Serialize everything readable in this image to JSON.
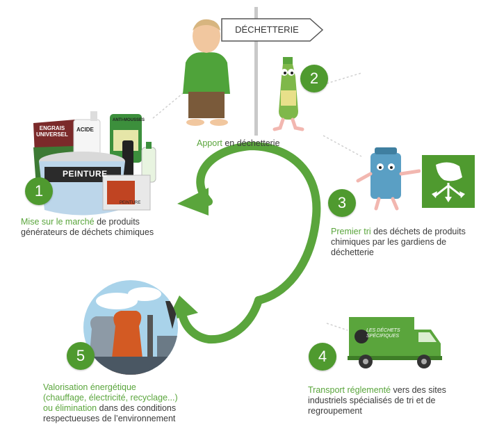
{
  "signpost": {
    "label": "DÉCHETTERIE"
  },
  "steps": [
    {
      "number": "1",
      "highlight": "Mise sur le marché",
      "text_line1": " de produits",
      "text_line2": "générateurs de déchets chimiques"
    },
    {
      "number": "2",
      "highlight": "Apport",
      "text_line1": " en déchetterie"
    },
    {
      "number": "3",
      "highlight": "Premier tri",
      "text_line1": " des déchets de produits",
      "text_line2": "chimiques par les gardiens de",
      "text_line3": "déchetterie"
    },
    {
      "number": "4",
      "highlight": "Transport réglementé",
      "text_line1": " vers des sites",
      "text_line2": "industriels spécialisés de tri et de",
      "text_line3": "regroupement"
    },
    {
      "number": "5",
      "highlight_line1": "Valorisation énergétique",
      "highlight_line2": "(chauffage, électricité, recyclage...)",
      "highlight_line3": "ou élimination",
      "text_line3": " dans des conditions",
      "text_line4": "respectueuses de l’environnement"
    }
  ],
  "products": {
    "engrais": "ENGRAIS UNIVERSEL",
    "acide": "ACIDE",
    "peinture": "PEINTURE",
    "anti_mousse": "ANTI-MOUSSES",
    "peinture_small": "PEINTURE"
  },
  "truck": {
    "logo_text": "LES DÉCHETS SPÉCIFIQUES"
  },
  "colors": {
    "brand_green": "#5aa53c",
    "badge_green": "#4f9a2f",
    "text": "#3a3a3a"
  }
}
